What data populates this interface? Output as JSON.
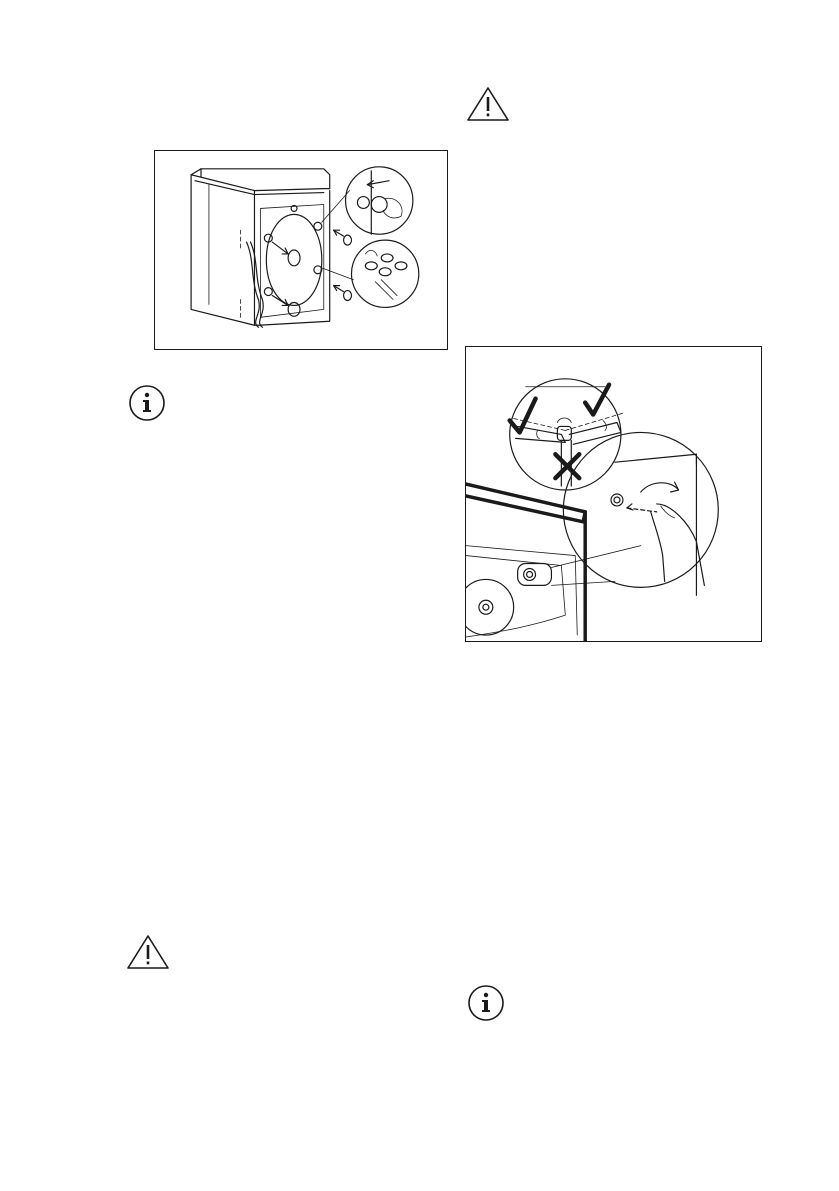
{
  "document": {
    "figures": [
      {
        "id": "figure-remove-transit-bolts",
        "icon_names": [
          "arrow-icon",
          "pliers-icon",
          "hand-icon"
        ]
      },
      {
        "id": "figure-inlet-hose-connection",
        "icon_names": [
          "check-mark-icon",
          "cross-mark-icon",
          "rotate-arrow-icon",
          "hand-icon"
        ]
      }
    ],
    "notice_icons": [
      {
        "type": "warning",
        "icon": "warning-triangle-icon"
      },
      {
        "type": "information",
        "icon": "info-circle-icon"
      },
      {
        "type": "warning",
        "icon": "warning-triangle-icon"
      },
      {
        "type": "information",
        "icon": "info-circle-icon"
      }
    ],
    "colors": {
      "ink": "#1a1a1a",
      "paper": "#ffffff"
    }
  }
}
